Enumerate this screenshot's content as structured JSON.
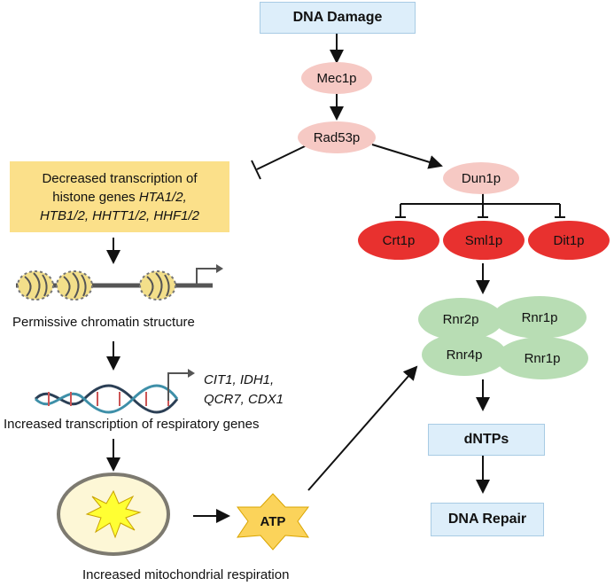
{
  "nodes": {
    "dna_damage": "DNA Damage",
    "mec1p": "Mec1p",
    "rad53p": "Rad53p",
    "dun1p": "Dun1p",
    "crt1p": "Crt1p",
    "sml1p": "Sml1p",
    "dit1p": "Dit1p",
    "rnr2p": "Rnr2p",
    "rnr1p_top": "Rnr1p",
    "rnr4p": "Rnr4p",
    "rnr1p_bottom": "Rnr1p",
    "dntps": "dNTPs",
    "dna_repair": "DNA Repair",
    "atp": "ATP"
  },
  "histone_box": {
    "line1": "Decreased transcription of",
    "line2_prefix": "histone genes ",
    "line2_genes": "HTA1/2,",
    "line3": "HTB1/2, HHTT1/2, HHF1/2"
  },
  "labels": {
    "chromatin": "Permissive chromatin structure",
    "genes_line1": "CIT1, IDH1,",
    "genes_line2": "QCR7, CDX1",
    "respiratory": "Increased transcription of respiratory genes",
    "mitochondrial": "Increased mitochondrial respiration"
  },
  "colors": {
    "blue_box": "#ddeefa",
    "pink": "#f6c9c4",
    "red": "#e8312f",
    "green": "#b8ddb4",
    "yellow": "#fbe08a",
    "star": "#ffff33"
  }
}
